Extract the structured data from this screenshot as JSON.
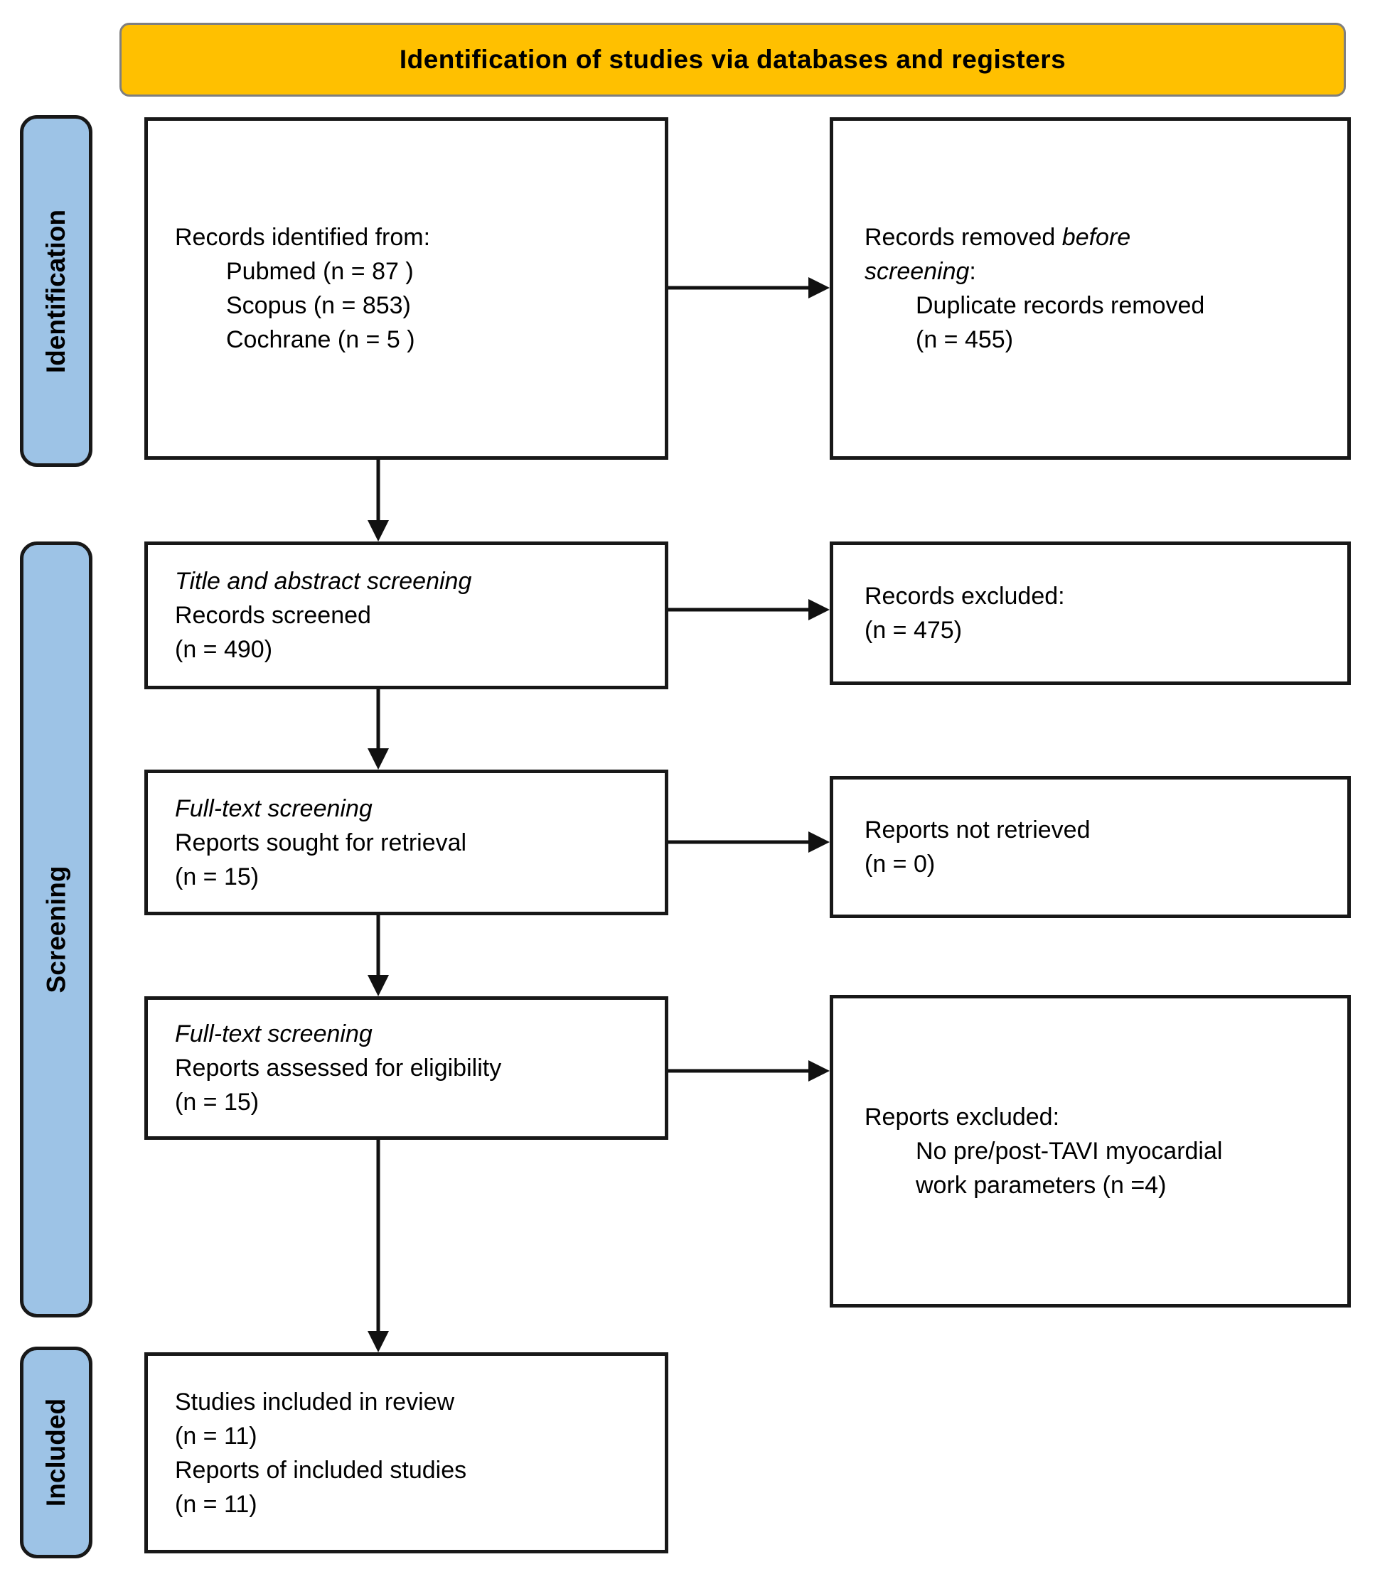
{
  "header": {
    "title": "Identification of studies via databases and registers"
  },
  "stages": {
    "identification": "Identification",
    "screening": "Screening",
    "included": "Included"
  },
  "boxes": {
    "identified": {
      "intro": "Records identified from:",
      "sources": [
        "Pubmed (n = 87 )",
        "Scopus (n = 853)",
        "Cochrane (n = 5 )"
      ]
    },
    "removed": {
      "l1_normal": "Records removed ",
      "l1_italic": "before",
      "l2_italic": "screening",
      "l2_normal": ":",
      "detail_1": "Duplicate records removed",
      "detail_2": "(n = 455)"
    },
    "screened": {
      "title": "Title and abstract screening",
      "l2": "Records screened",
      "l3": "(n = 490)"
    },
    "rec_excluded": {
      "l1": "Records excluded:",
      "l2": "(n = 475)"
    },
    "retrieval": {
      "title": "Full-text screening",
      "l2": "Reports sought for retrieval",
      "l3": "(n = 15)"
    },
    "not_retrieved": {
      "l1": "Reports not retrieved",
      "l2": "(n = 0)"
    },
    "eligibility": {
      "title": "Full-text screening",
      "l2": "Reports assessed for eligibility",
      "l3": "(n = 15)"
    },
    "rep_excluded": {
      "l1": "Reports excluded:",
      "detail_1": "No pre/post-TAVI myocardial",
      "detail_2": "work parameters (n =4)"
    },
    "included_box": {
      "l1": "Studies included in review",
      "l2": "(n = 11)",
      "l3": "Reports of included studies",
      "l4": "(n = 11)"
    }
  },
  "colors": {
    "header_bg": "#FFC000",
    "stage_bg": "#9DC3E6",
    "box_border": "#181818",
    "arrow": "#111111"
  }
}
